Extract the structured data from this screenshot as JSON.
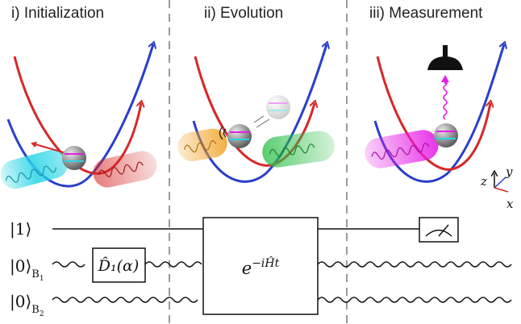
{
  "panels": [
    {
      "title": "i) Initialization"
    },
    {
      "title": "ii) Evolution"
    },
    {
      "title": "iii) Measurement"
    }
  ],
  "circuit": {
    "qubit_ket": "|1⟩",
    "mode1_ket": "|0⟩",
    "mode1_sub": "B",
    "mode1_subsub": "1",
    "mode2_ket": "|0⟩",
    "mode2_sub": "B",
    "mode2_subsub": "2",
    "displacement_gate": "D̂₁(α)",
    "evolution_gate": "e",
    "evolution_exp": "−iĤt"
  },
  "axes": {
    "z": "z",
    "y": "y",
    "x": "x"
  },
  "colors": {
    "blue": "#2a3fc8",
    "red": "#d62828",
    "cyan": "#28d4e6",
    "magenta": "#e61ee6",
    "orange": "#f0a020",
    "green": "#2ec04a",
    "divider": "#9a9a9a"
  }
}
